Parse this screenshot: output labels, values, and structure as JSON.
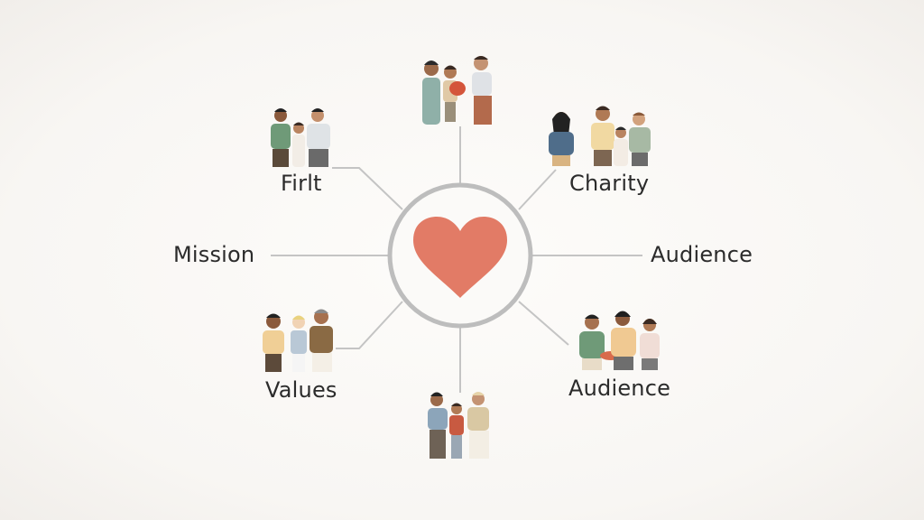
{
  "center": {
    "icon": "heart-icon",
    "heart_color": "#e27b66",
    "ring_color": "#b9b9b9"
  },
  "labels": {
    "first": "Firlt",
    "charity": "Charity",
    "mission": "Mission",
    "audience_right": "Audience",
    "values": "Values",
    "audience_bottom_right": "Audience"
  },
  "colors": {
    "connector": "#c4c4c4",
    "text": "#2b2b2b"
  },
  "groups": [
    {
      "name": "top-group",
      "icon": "family-group-illustration"
    },
    {
      "name": "top-left-group",
      "icon": "family-group-illustration"
    },
    {
      "name": "top-right-group",
      "icon": "community-group-illustration"
    },
    {
      "name": "bottom-left-group",
      "icon": "handshake-group-illustration"
    },
    {
      "name": "bottom-right-group",
      "icon": "sharing-group-illustration"
    },
    {
      "name": "bottom-group",
      "icon": "giving-group-illustration"
    }
  ]
}
